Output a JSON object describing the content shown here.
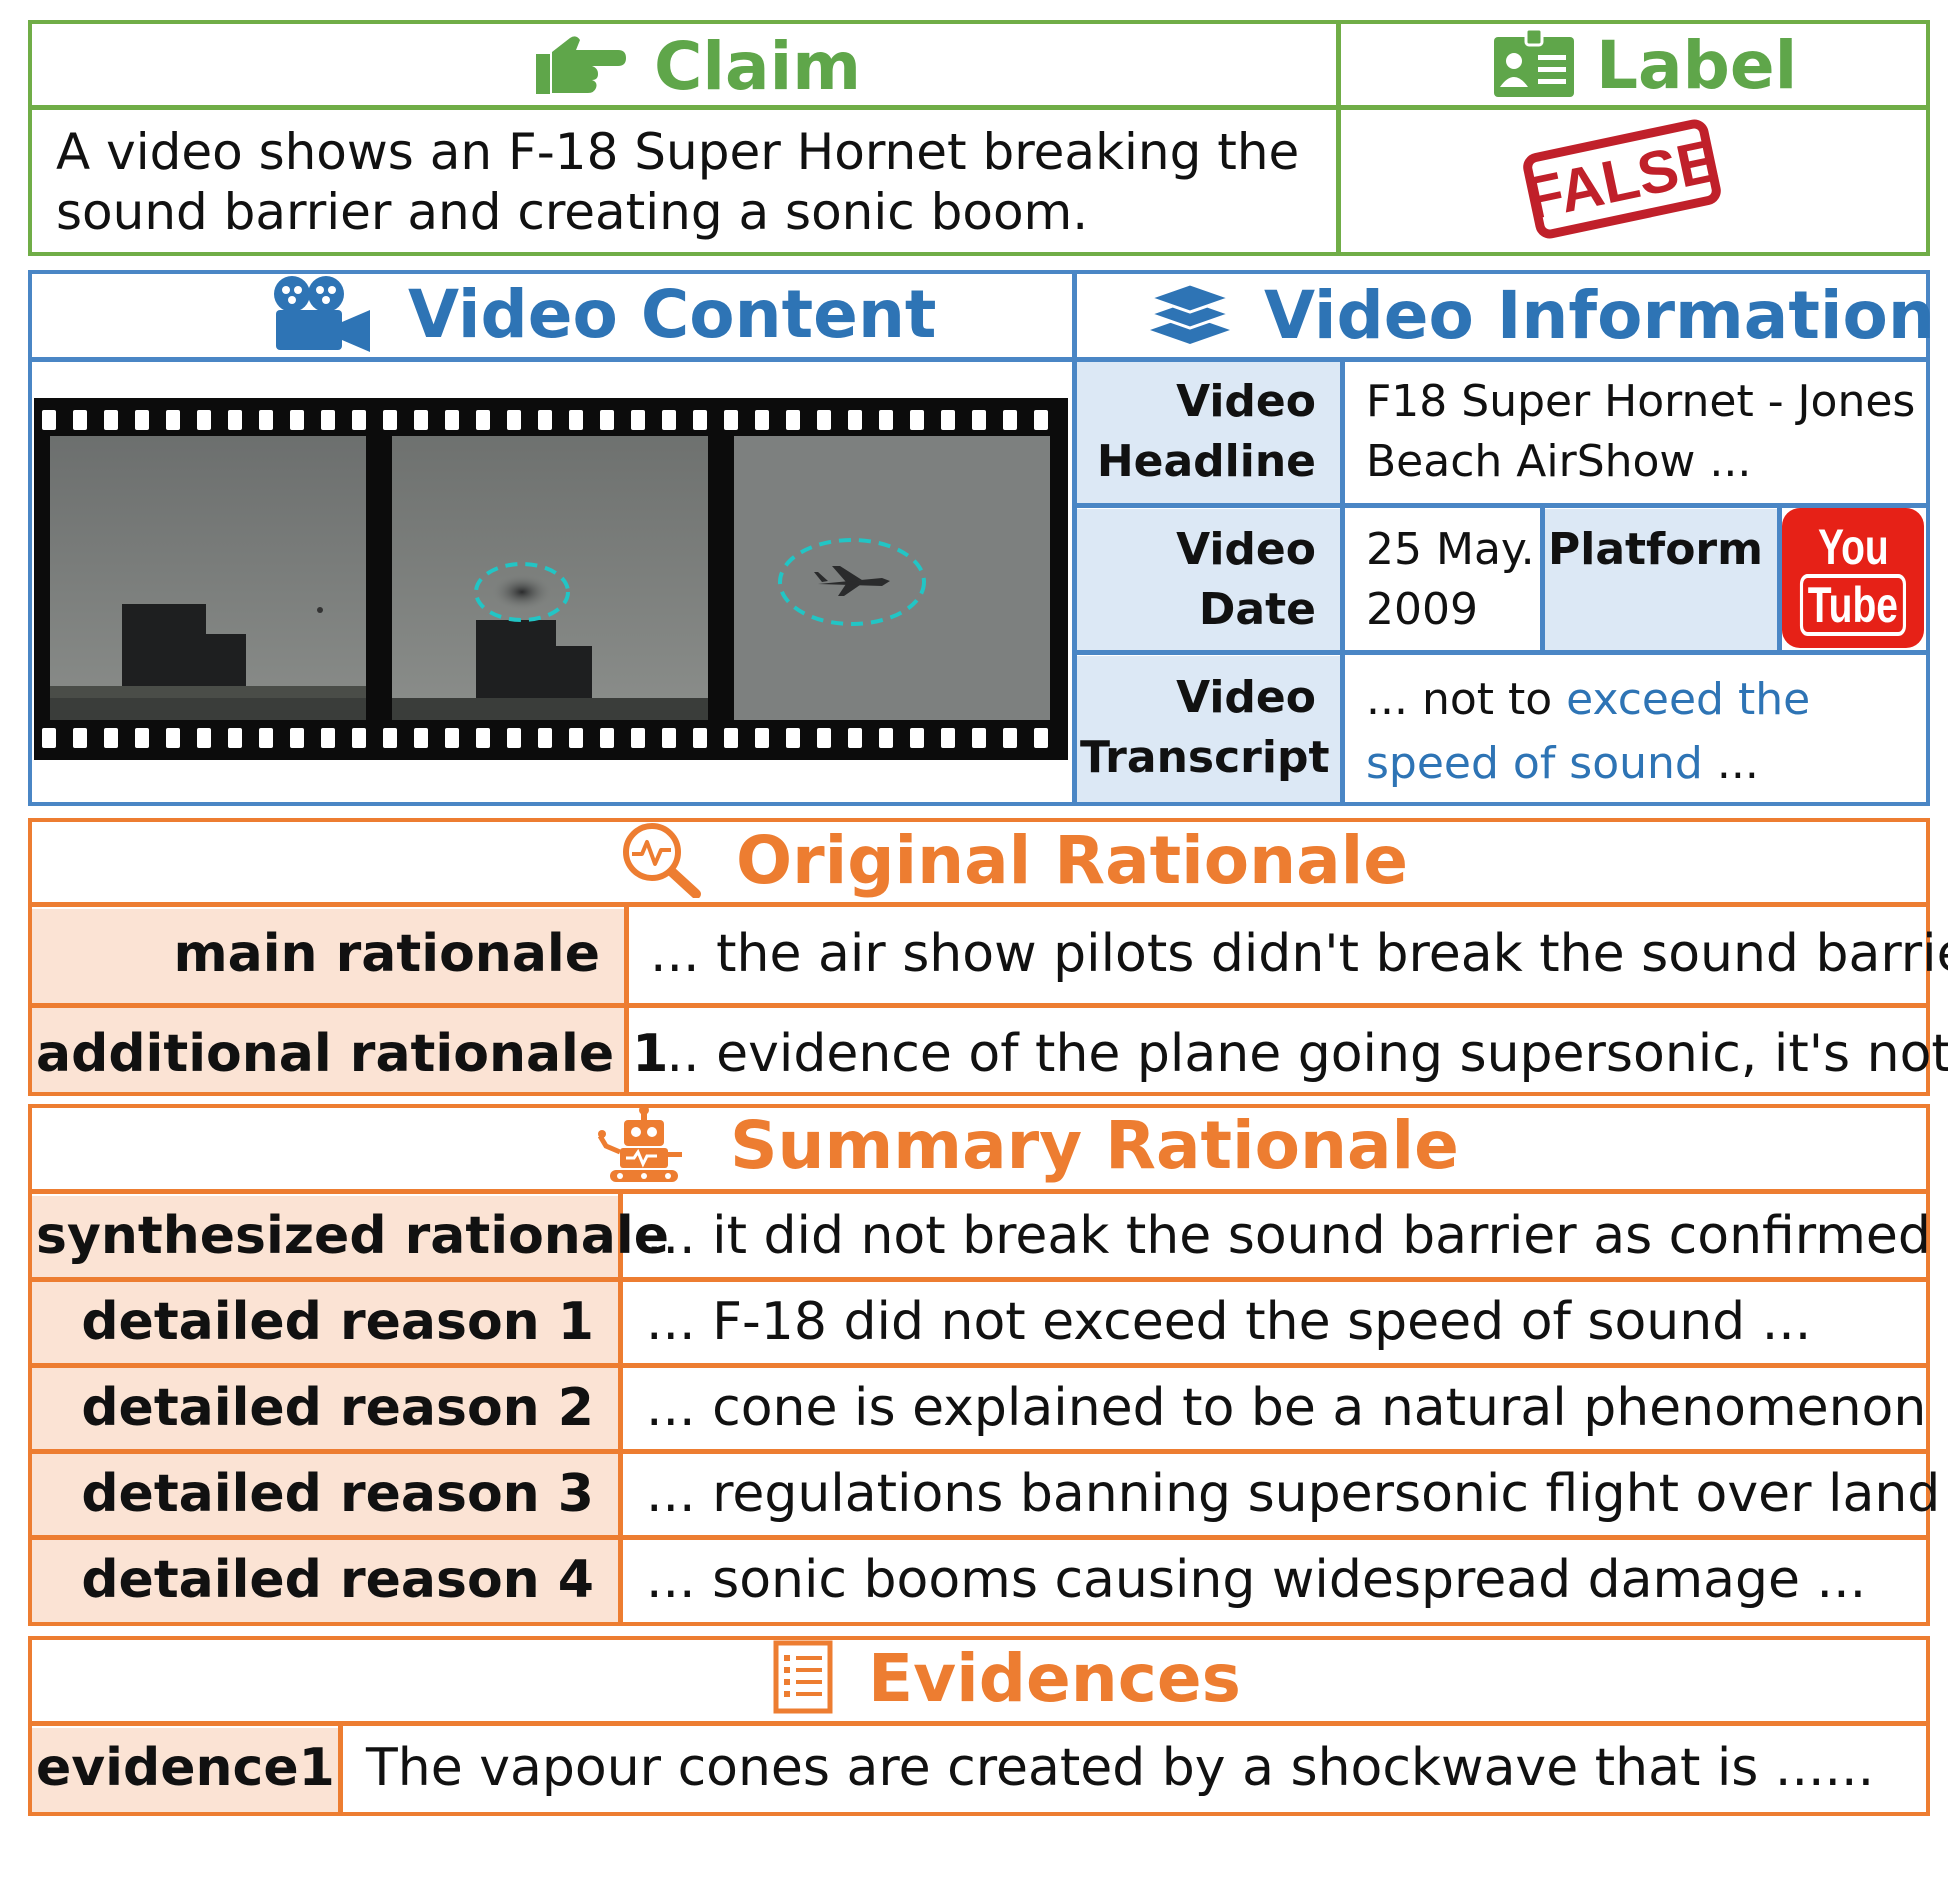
{
  "claim": {
    "title": "Claim",
    "text_line1": "A video shows an F-18 Super Hornet breaking the",
    "text_line2": "sound barrier and creating a sonic boom.",
    "icon": "pointing-hand-icon"
  },
  "label": {
    "title": "Label",
    "stamp": "FALSE",
    "icon": "id-badge-icon"
  },
  "video_content": {
    "title": "Video Content",
    "icon": "movie-camera-icon"
  },
  "video_information": {
    "title": "Video Information",
    "icon": "stacked-books-icon",
    "headline_label_1": "Video",
    "headline_label_2": "Headline",
    "headline_value_1": "F18 Super Hornet - Jones",
    "headline_value_2": "Beach AirShow ...",
    "date_label_1": "Video",
    "date_label_2": "Date",
    "date_value_1": "25 May.",
    "date_value_2": "2009",
    "platform_label": "Platform",
    "platform_logo_1": "You",
    "platform_logo_2": "Tube",
    "transcript_label_1": "Video",
    "transcript_label_2": "Transcript",
    "transcript_pre": "... not to ",
    "transcript_hl_1": "exceed the",
    "transcript_hl_2": "speed of sound",
    "transcript_post": " ..."
  },
  "original_rationale": {
    "title": "Original Rationale",
    "icon": "magnifier-pulse-icon",
    "rows": [
      {
        "label": "main rationale",
        "value": "... the air show pilots didn't break the sound barrier."
      },
      {
        "label": "additional rationale 1",
        "value": "... evidence of the plane going supersonic, it's not."
      }
    ]
  },
  "summary_rationale": {
    "title": "Summary Rationale",
    "icon": "robot-icon",
    "rows": [
      {
        "label": "synthesized rationale",
        "value": "... it did not break the sound barrier as confirmed ..."
      },
      {
        "label": "detailed reason 1",
        "value": "... F-18 did not exceed the speed of sound ..."
      },
      {
        "label": "detailed reason 2",
        "value": "... cone is explained to be a natural phenomenon ..."
      },
      {
        "label": "detailed reason 3",
        "value": "... regulations banning supersonic flight over land ..."
      },
      {
        "label": "detailed reason 4",
        "value": "... sonic booms causing widespread damage ..."
      }
    ]
  },
  "evidences": {
    "title": "Evidences",
    "icon": "checklist-icon",
    "rows": [
      {
        "label": "evidence1",
        "value": "The vapour cones are created by a shockwave that is ......"
      }
    ]
  },
  "colors": {
    "green": "#70ad47",
    "blue": "#4a86c5",
    "orange": "#ed7d31",
    "peach": "#fbe3d4",
    "light_blue": "#dce8f5",
    "youtube_red": "#e62117",
    "stamp_red": "#c0202a"
  }
}
